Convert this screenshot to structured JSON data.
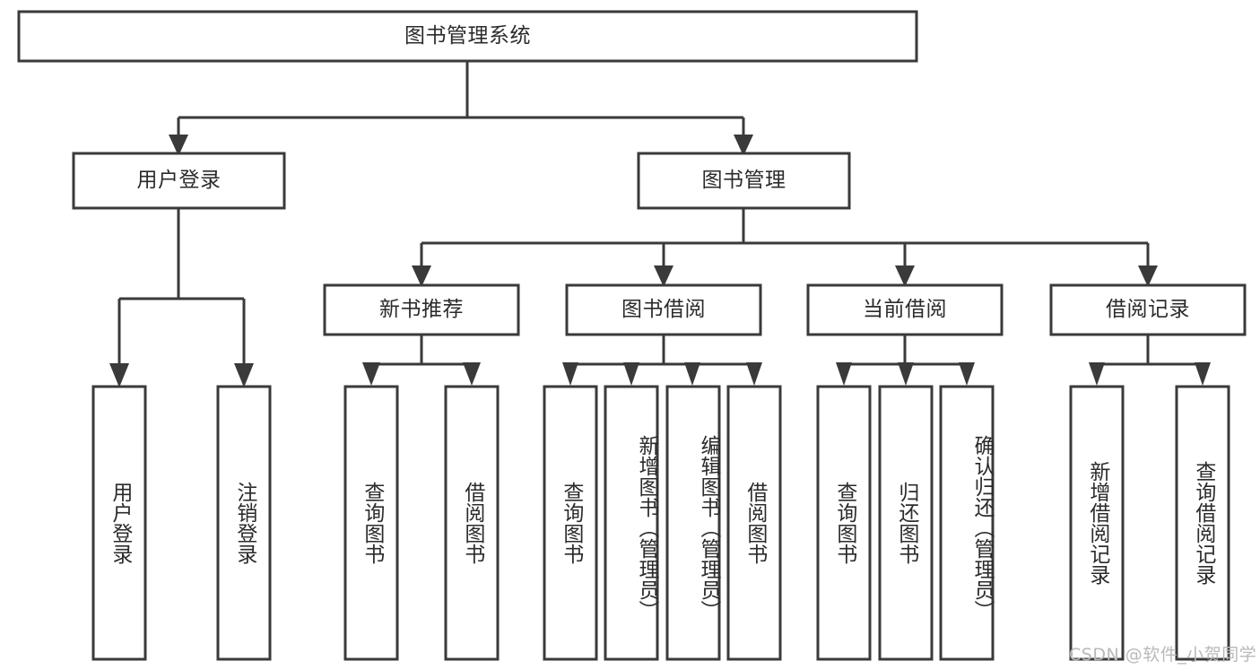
{
  "diagram": {
    "title": "图书管理系统",
    "type": "tree-hierarchy-diagram",
    "colors": {
      "border": "#3a3a3a",
      "box_fill": "#ffffff",
      "text": "#2b2b2b",
      "watermark": "#b9b9b9",
      "background": "#ffffff"
    },
    "root": {
      "label": "图书管理系统"
    },
    "level2": [
      {
        "label": "用户登录"
      },
      {
        "label": "图书管理"
      }
    ],
    "level3": [
      {
        "label": "新书推荐"
      },
      {
        "label": "图书借阅"
      },
      {
        "label": "当前借阅"
      },
      {
        "label": "借阅记录"
      }
    ],
    "leaves": {
      "user_login": [
        {
          "label": "用户登录"
        },
        {
          "label": "注销登录"
        }
      ],
      "new_book_recommend": [
        {
          "label": "查询图书"
        },
        {
          "label": "借阅图书"
        }
      ],
      "book_borrow": [
        {
          "label": "查询图书"
        },
        {
          "label": "新增图书（管理员）"
        },
        {
          "label": "编辑图书（管理员）"
        },
        {
          "label": "借阅图书"
        }
      ],
      "current_borrow": [
        {
          "label": "查询图书"
        },
        {
          "label": "归还图书"
        },
        {
          "label": "确认归还（管理员）"
        }
      ],
      "borrow_records": [
        {
          "label": "新增借阅记录"
        },
        {
          "label": "查询借阅记录"
        }
      ]
    },
    "watermark": "CSDN @软件_小贺同学"
  }
}
